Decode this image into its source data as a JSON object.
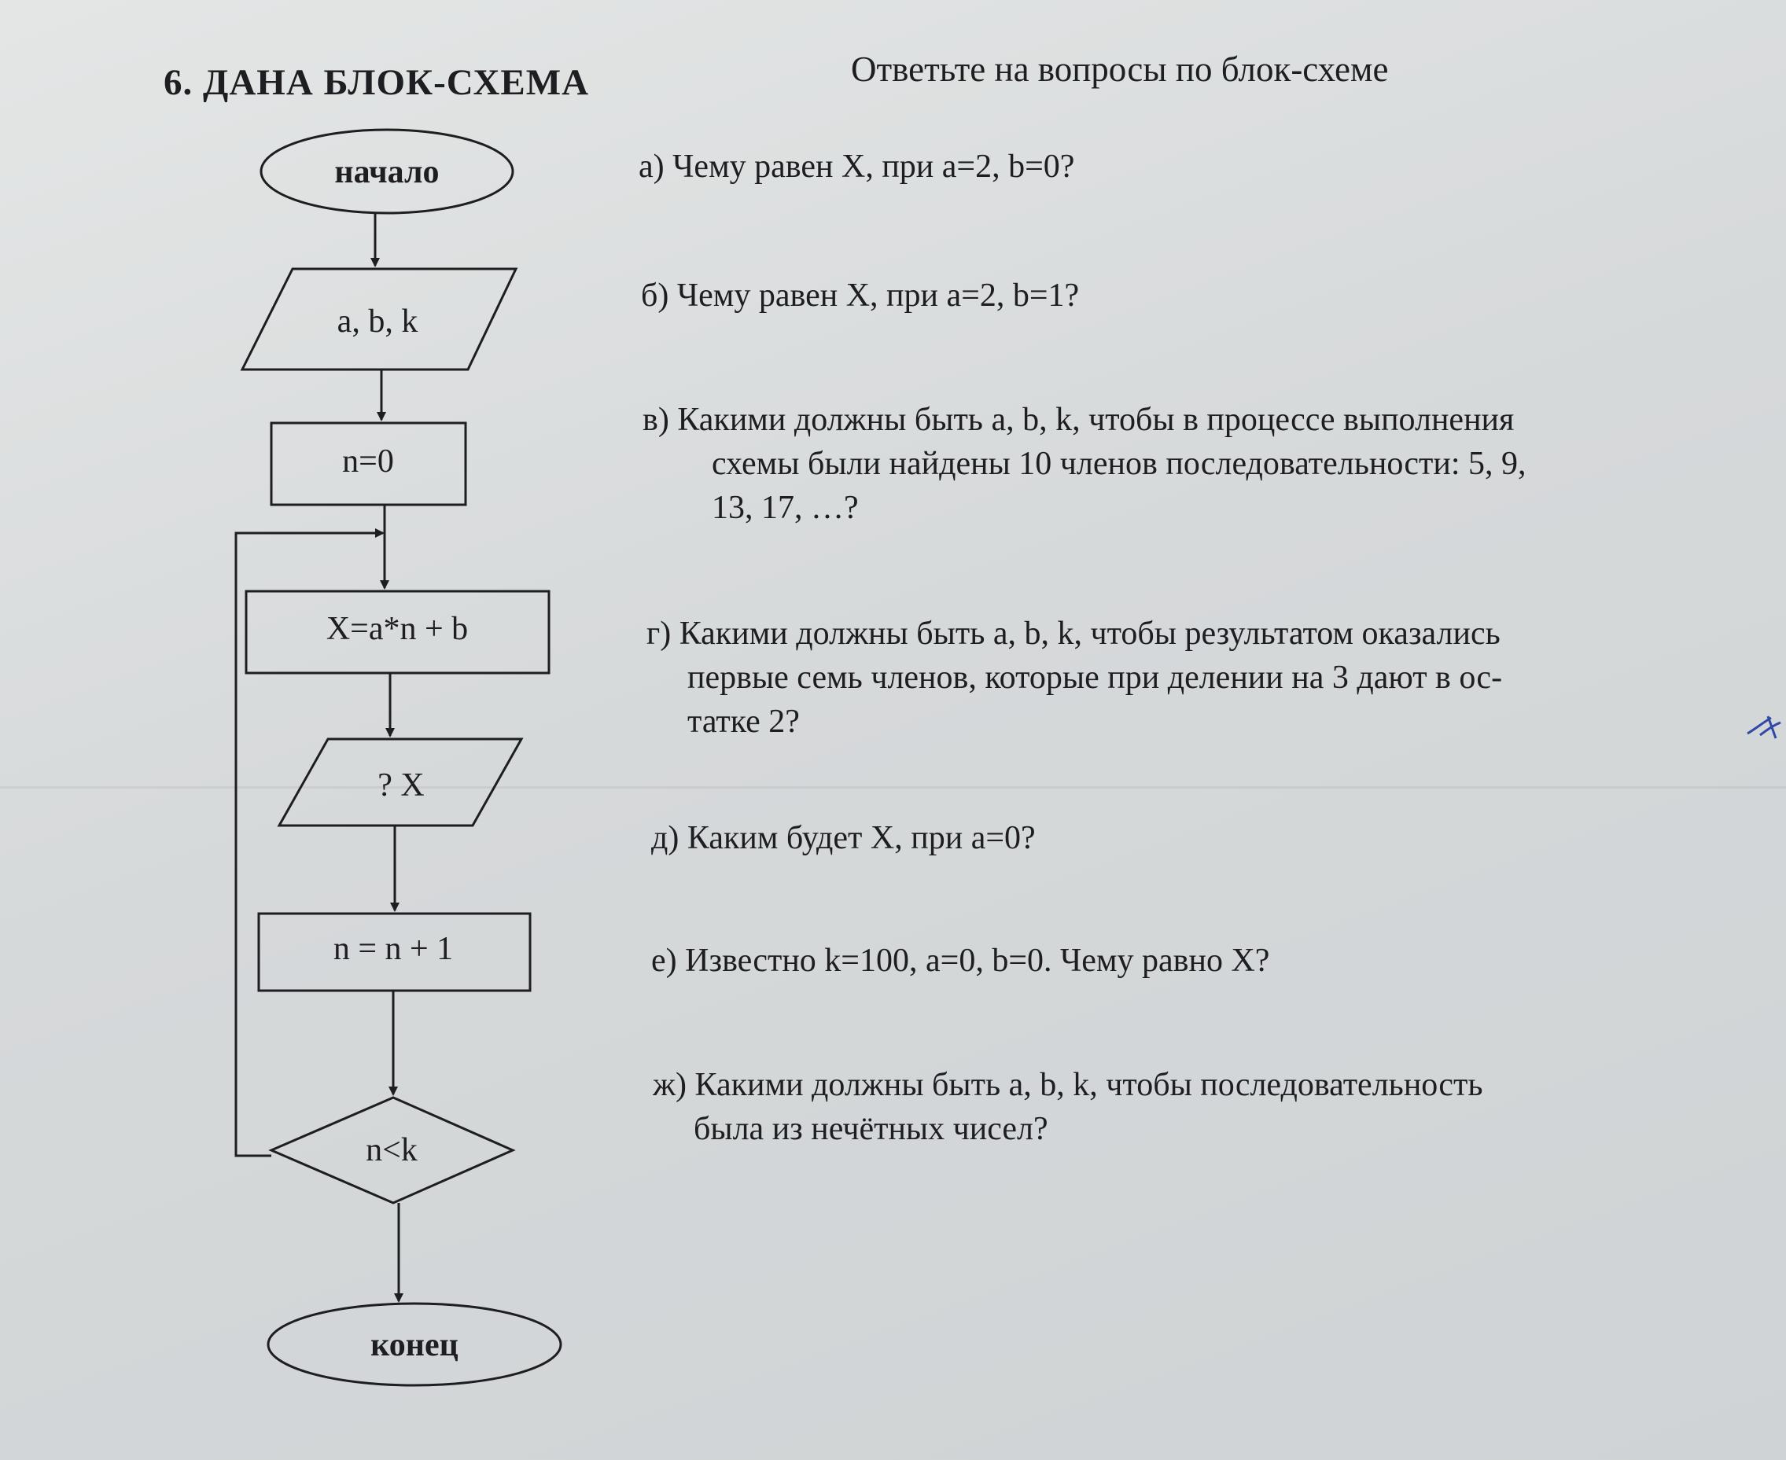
{
  "header": {
    "task_title": "6. ДАНА БЛОК-СХЕМА",
    "questions_heading": "Ответьте на вопросы по блок-схеме"
  },
  "flowchart": {
    "start": "начало",
    "input": "a,  b, k",
    "init": "n=0",
    "compute": "X=a*n + b",
    "output": "? X",
    "increment": "n = n + 1",
    "condition": "n<k",
    "end": "конец"
  },
  "questions": [
    {
      "label": "а)",
      "lines": [
        "Чему равен X, при a=2, b=0?"
      ]
    },
    {
      "label": "б)",
      "lines": [
        "Чему равен X, при a=2, b=1?"
      ]
    },
    {
      "label": "в)",
      "lines": [
        "Какими должны быть a, b, k, чтобы в процессе выполнения",
        "схемы были найдены 10 членов последовательности: 5, 9,",
        "13, 17, …?"
      ]
    },
    {
      "label": "г)",
      "lines": [
        "Какими должны быть a, b, k, чтобы результатом оказались",
        "первые семь членов, которые при делении на 3 дают в ос-",
        "татке 2?"
      ]
    },
    {
      "label": "д)",
      "lines": [
        "Каким будет X, при a=0?"
      ]
    },
    {
      "label": "е)",
      "lines": [
        "Известно k=100, a=0, b=0. Чему равно X?"
      ]
    },
    {
      "label": "ж)",
      "lines": [
        "Какими должны быть a, b, k, чтобы последовательность",
        "была из нечётных чисел?"
      ]
    }
  ]
}
